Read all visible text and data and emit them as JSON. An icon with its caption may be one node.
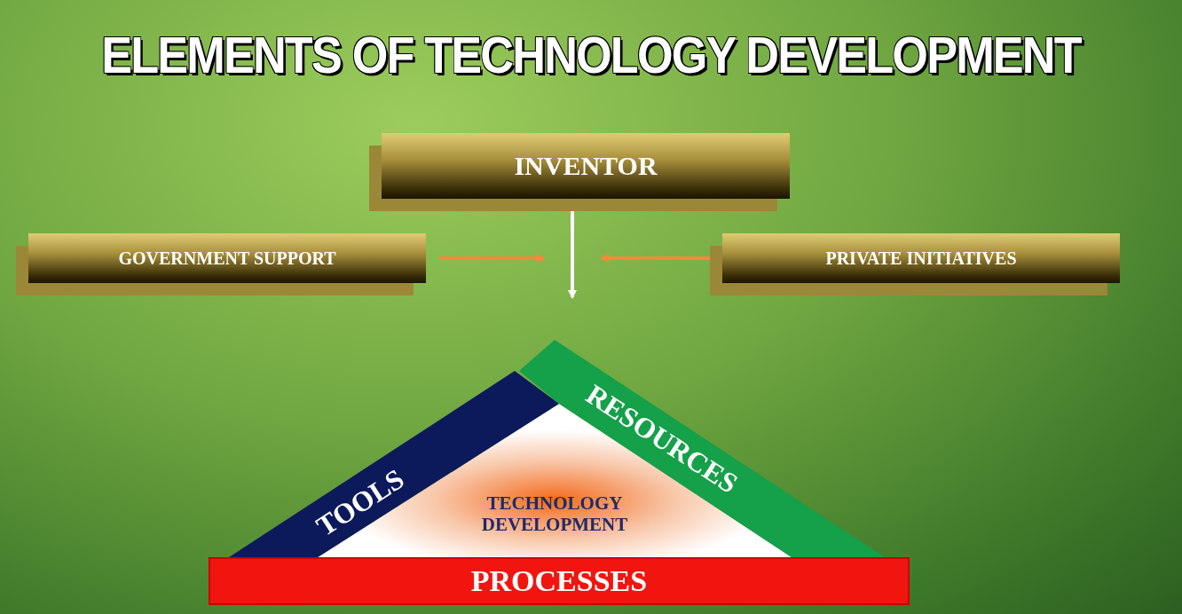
{
  "diagram": {
    "title": "ELEMENTS OF TECHNOLOGY DEVELOPMENT",
    "nodes": [
      {
        "text": [
          "INVENTOR"
        ]
      },
      {
        "text": [
          "GOVERNMENT SUPPORT"
        ]
      },
      {
        "text": [
          "PRIVATE  INITIATIVES"
        ]
      },
      {
        "text": [
          "TECHNOLOGY DEVELOPMENT"
        ]
      },
      {
        "text": [
          "TOOLS"
        ]
      },
      {
        "text": [
          "RESOURCES"
        ]
      },
      {
        "text": [
          "PROCESSES"
        ]
      }
    ],
    "edges": [
      {
        "from": 0,
        "to": null,
        "arrow": "to",
        "color": "#ffffff"
      },
      {
        "from": 1,
        "to": null,
        "arrow": "to",
        "color": "#f08a3c"
      },
      {
        "from": 2,
        "to": null,
        "arrow": "to",
        "color": "#f08a3c"
      }
    ]
  }
}
